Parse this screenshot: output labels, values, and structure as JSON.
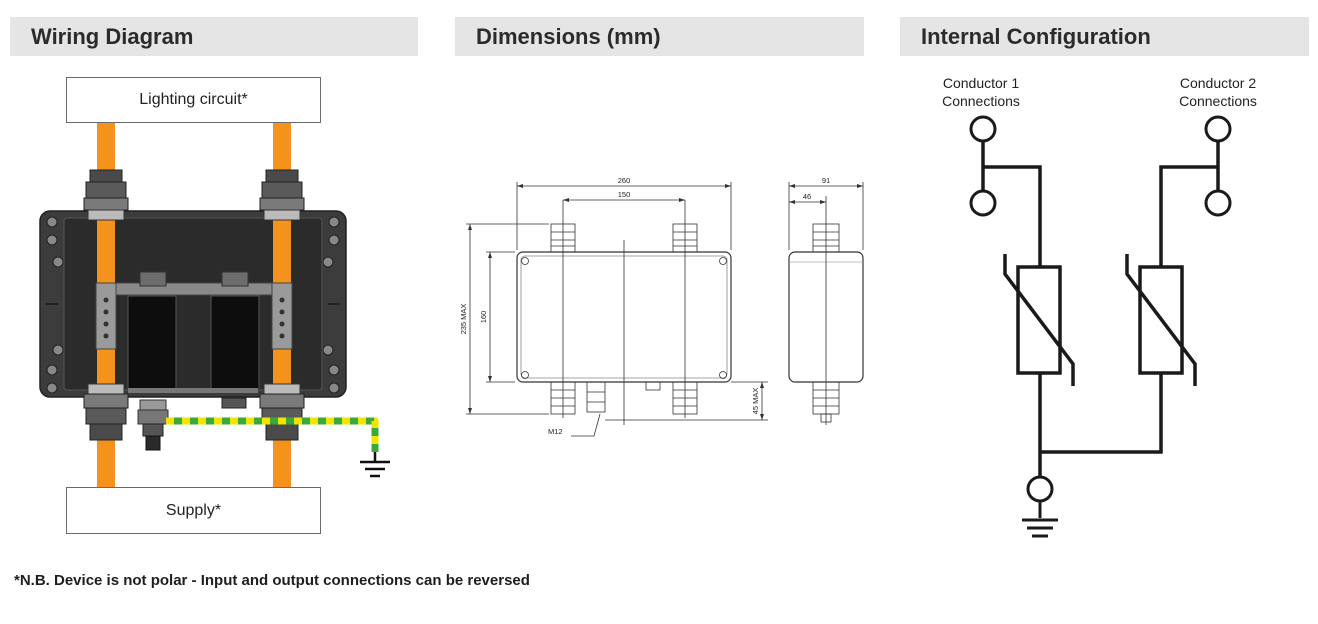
{
  "headers": {
    "wiring": "Wiring Diagram",
    "dimensions": "Dimensions (mm)",
    "internal": "Internal Configuration"
  },
  "wiring": {
    "top_box": "Lighting circuit*",
    "bottom_box": "Supply*"
  },
  "dimensions": {
    "width_overall": "260",
    "gland_spacing": "150",
    "depth_overall": "91",
    "depth_gland": "46",
    "height_max": "235 MAX",
    "height_body": "160",
    "bottom_max": "45 MAX",
    "thread": "M12"
  },
  "internal": {
    "conductor1": [
      "Conductor 1",
      "Connections"
    ],
    "conductor2": [
      "Conductor 2",
      "Connections"
    ]
  },
  "footnote": "*N.B. Device is not polar - Input and output connections can be reversed",
  "colors": {
    "header_bg": "#e5e5e5",
    "cable": "#f5921e",
    "earth_green": "#3aa935",
    "earth_yellow": "#f2e400",
    "enclosure": "#3a3a3a"
  }
}
